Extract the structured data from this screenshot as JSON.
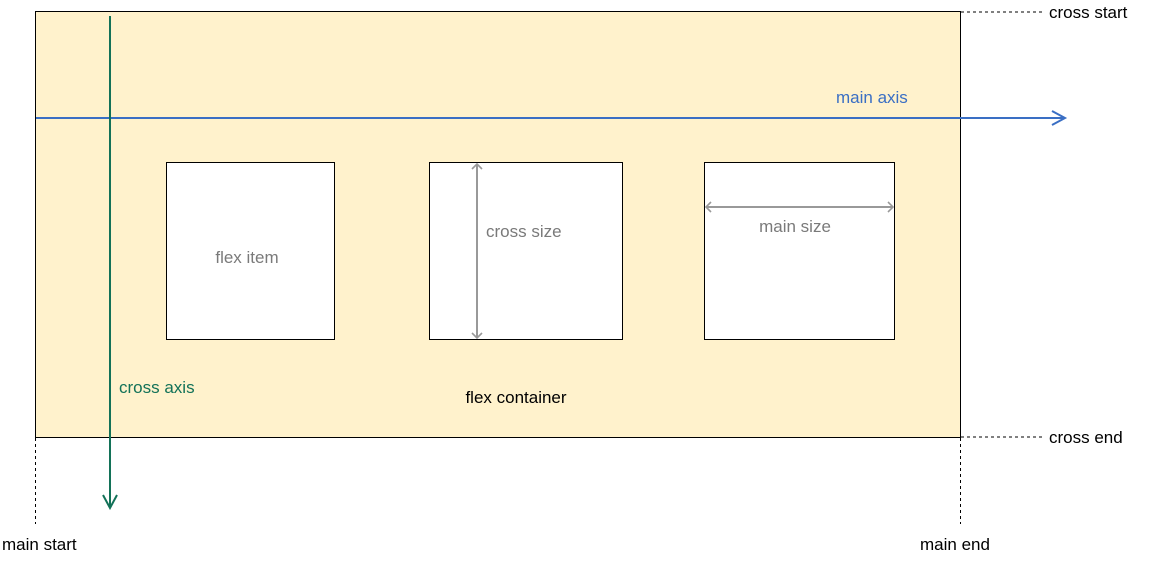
{
  "labels": {
    "container": "flex container",
    "item": "flex item",
    "cross_size": "cross size",
    "main_size": "main size",
    "main_axis": "main axis",
    "cross_axis": "cross axis",
    "cross_start": "cross start",
    "cross_end": "cross end",
    "main_start": "main start",
    "main_end": "main end"
  },
  "colors": {
    "container_fill": "#fff2cc",
    "main_axis": "#3a6fc4",
    "cross_axis": "#137258",
    "dimension_arrow": "#999999",
    "item_label": "#7a7a7a",
    "outline": "#000000"
  }
}
